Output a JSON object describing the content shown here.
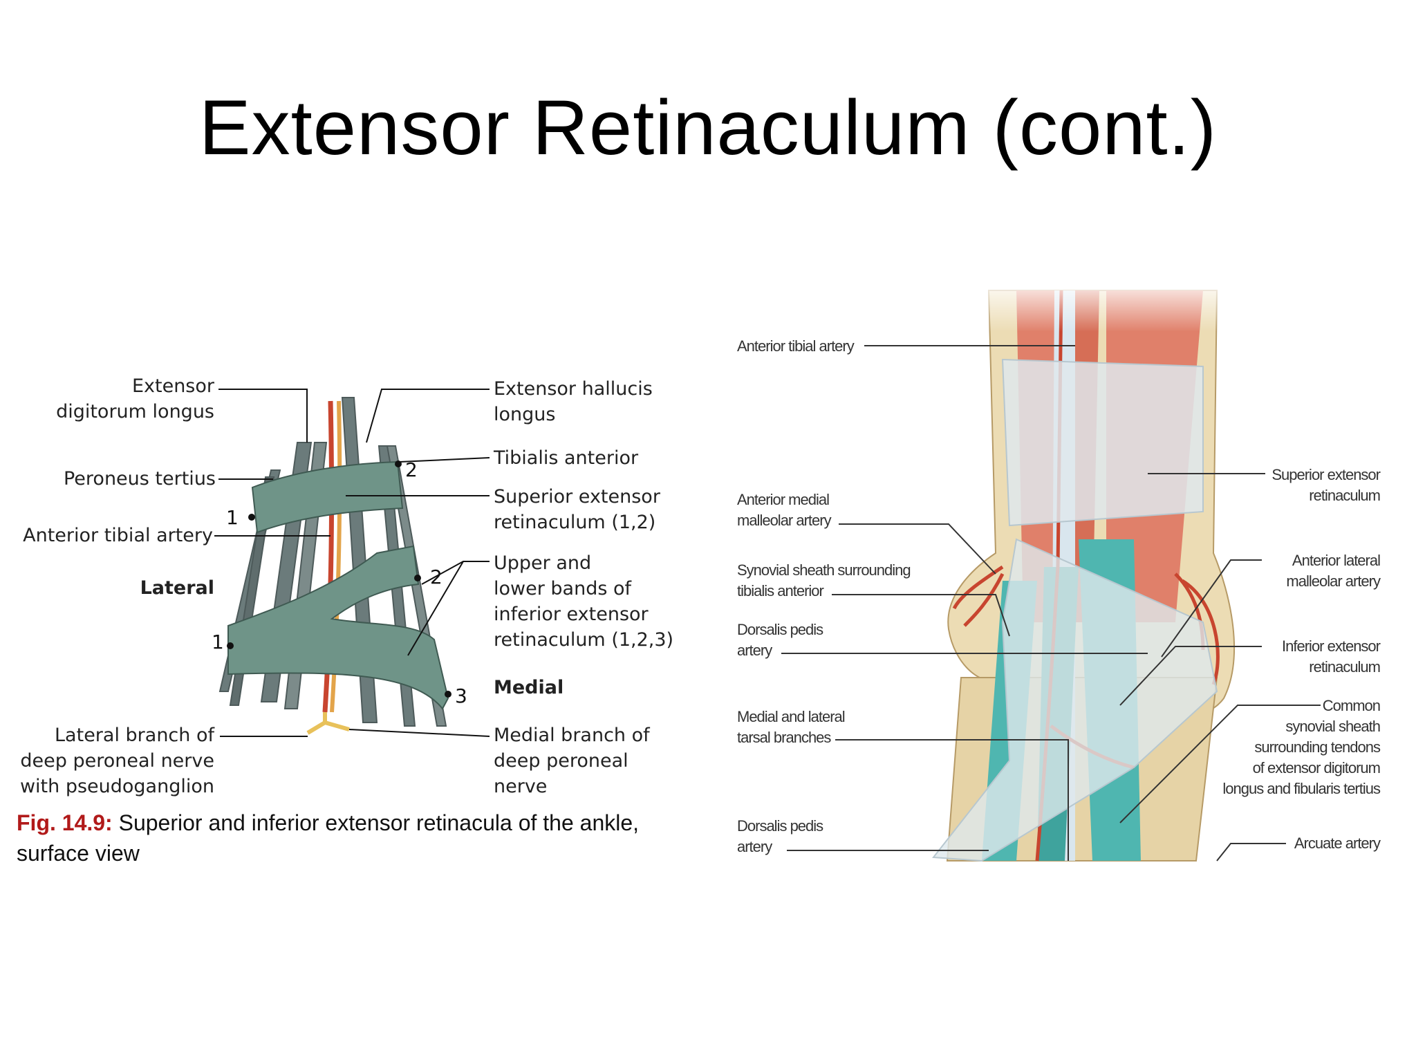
{
  "title": "Extensor Retinaculum (cont.)",
  "left_figure": {
    "labels": {
      "extensor_digitorum_longus": [
        "Extensor",
        "digitorum longus"
      ],
      "peroneus_tertius": "Peroneus tertius",
      "anterior_tibial_artery": "Anterior tibial artery",
      "lateral": "Lateral",
      "lateral_branch": [
        "Lateral branch of",
        "deep peroneal nerve",
        "with pseudoganglion"
      ],
      "extensor_hallucis_longus": [
        "Extensor hallucis",
        "longus"
      ],
      "tibialis_anterior": "Tibialis anterior",
      "superior_extensor_retinaculum": [
        "Superior extensor",
        "retinaculum (1,2)"
      ],
      "upper_lower_bands": [
        "Upper and",
        "lower bands of",
        "inferior extensor",
        "retinaculum (1,2,3)"
      ],
      "medial": "Medial",
      "medial_branch": [
        "Medial branch of",
        "deep peroneal",
        "nerve"
      ]
    },
    "numbers": {
      "sup_1": "1",
      "sup_2": "2",
      "inf_1": "1",
      "inf_2": "2",
      "inf_3": "3"
    },
    "caption": {
      "fig": "Fig. 14.9:",
      "line1": "Superior and inferior extensor retinacula of the ankle,",
      "line2": "surface view"
    }
  },
  "right_figure": {
    "labels": {
      "anterior_tibial_artery": "Anterior tibial artery",
      "anterior_medial_malleolar_artery": [
        "Anterior medial",
        "malleolar artery"
      ],
      "synovial_sheath_tibialis": [
        "Synovial sheath surrounding",
        "tibialis anterior"
      ],
      "dorsalis_pedis_artery_1": [
        "Dorsalis pedis",
        "artery"
      ],
      "medial_lateral_tarsal": [
        "Medial and lateral",
        "tarsal branches"
      ],
      "dorsalis_pedis_artery_2": [
        "Dorsalis pedis",
        "artery"
      ],
      "superior_extensor_retinaculum": [
        "Superior extensor",
        "retinaculum"
      ],
      "anterior_lateral_malleolar_artery": [
        "Anterior lateral",
        "malleolar artery"
      ],
      "inferior_extensor_retinaculum": [
        "Inferior extensor",
        "retinaculum"
      ],
      "common_synovial_sheath": [
        "Common",
        "synovial sheath",
        "surrounding tendons",
        "of extensor digitorum",
        "longus and fibularis tertius"
      ],
      "arcuate_artery": "Arcuate artery"
    }
  },
  "colors": {
    "retinaculum_green": "#6f9488",
    "tendon_gray": "#6b7b7b",
    "artery_red": "#c8452f",
    "nerve_yellow": "#e8c15a",
    "bone": "#ecdcb4",
    "muscle": "#e0806a",
    "sheath_teal": "#4fb6b0",
    "fig_red": "#b11a1a"
  }
}
